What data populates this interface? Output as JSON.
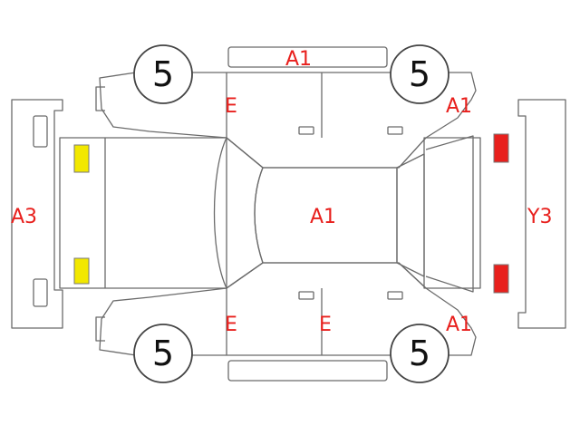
{
  "diagram": {
    "wheels": {
      "front_left": "5",
      "rear_left": "5",
      "front_right": "5",
      "rear_right": "5"
    },
    "codes": {
      "roof_top": "A1",
      "front_door_top": "E",
      "quarter_top": "A1",
      "front_bumper": "A3",
      "roof_center": "A1",
      "rear_bumper": "Y3",
      "front_door_bottom": "E",
      "rear_door_bottom": "E",
      "quarter_bottom": "A1"
    },
    "colors": {
      "front_lamp": "#f2e800",
      "rear_lamp": "#e8201d",
      "code_text": "#e8201d",
      "outline": "#6b6b6b"
    }
  }
}
